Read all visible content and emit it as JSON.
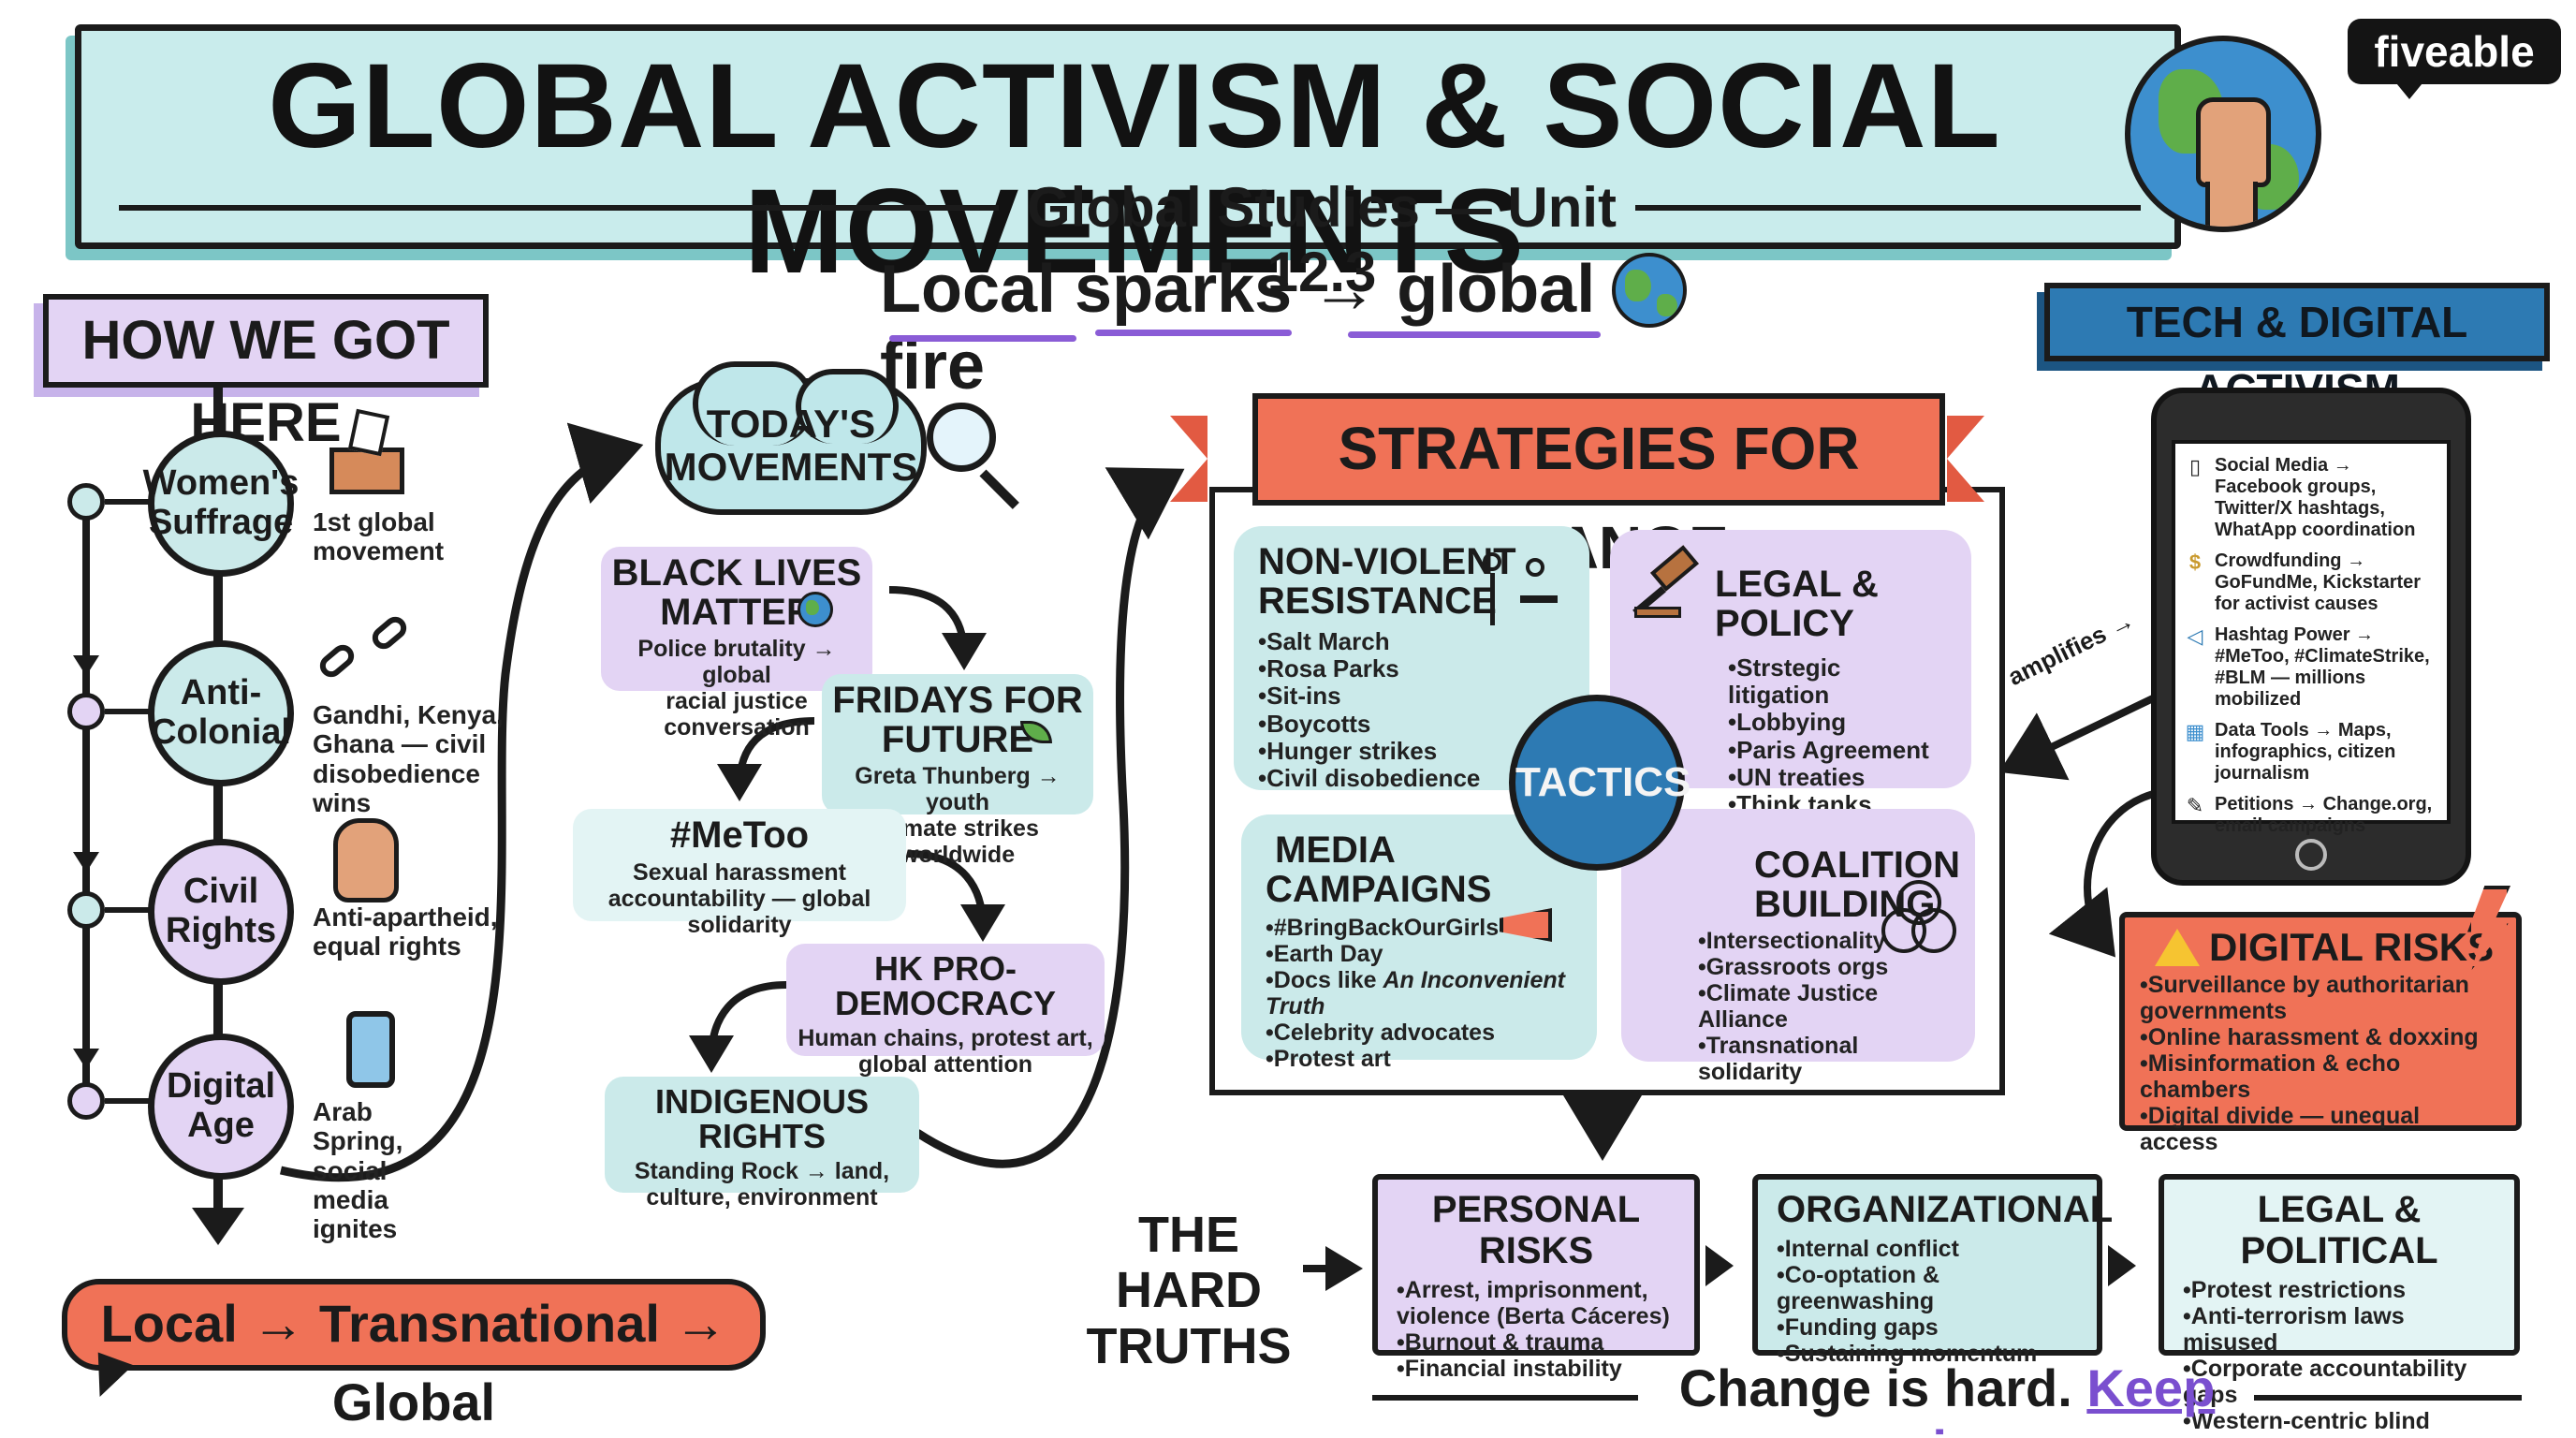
{
  "brand": "fiveable",
  "title": "GLOBAL ACTIVISM & SOCIAL MOVEMENTS",
  "subtitle": "Global Studies — Unit 12.3",
  "tagline": "Local sparks → global fire",
  "history": {
    "header": "HOW WE GOT HERE",
    "items": [
      {
        "label_l1": "Women's",
        "label_l2": "Suffrage",
        "note": [
          "1st global",
          "movement"
        ]
      },
      {
        "label_l1": "Anti-",
        "label_l2": "Colonial",
        "note": [
          "Gandhi, Kenya,",
          "Ghana — civil",
          "disobedience wins"
        ]
      },
      {
        "label_l1": "Civil",
        "label_l2": "Rights",
        "note": [
          "Anti-apartheid,",
          "equal rights"
        ]
      },
      {
        "label_l1": "Digital",
        "label_l2": "Age",
        "note": [
          "Arab Spring,",
          "social media",
          "ignites"
        ]
      }
    ],
    "footer": "Local → Transnational → Global"
  },
  "movements": {
    "header_l1": "TODAY'S",
    "header_l2": "MOVEMENTS",
    "items": [
      {
        "title_l1": "BLACK LIVES",
        "title_l2": "MATTER",
        "desc": [
          "Police brutality → global",
          "racial justice conversation"
        ]
      },
      {
        "title_l1": "FRIDAYS FOR",
        "title_l2": "FUTURE",
        "desc": [
          "Greta Thunberg → youth",
          "climate strikes worldwide"
        ]
      },
      {
        "title_l1": "#MeToo",
        "desc": [
          "Sexual harassment",
          "accountability — global solidarity"
        ]
      },
      {
        "title_l1": "HK PRO-DEMOCRACY",
        "desc": [
          "Human chains, protest art,",
          "global attention"
        ]
      },
      {
        "title_l1": "INDIGENOUS RIGHTS",
        "desc": [
          "Standing Rock → land,",
          "culture, environment"
        ]
      }
    ]
  },
  "strategies": {
    "header": "STRATEGIES FOR CHANGE",
    "hub": "TACTICS",
    "nonviolent": {
      "title_l1": "NON-VIOLENT",
      "title_l2": "RESISTANCE",
      "items": [
        "Salt March",
        "Rosa Parks",
        "Sit-ins",
        "Boycotts",
        "Hunger strikes",
        "Civil disobedience"
      ]
    },
    "legal": {
      "title": "LEGAL & POLICY",
      "items": [
        "Strstegic litigation",
        "Lobbying",
        "Paris Agreement",
        "UN treaties",
        "Think tanks"
      ]
    },
    "media": {
      "title_l1": "MEDIA",
      "title_l2": "CAMPAIGNS",
      "items": [
        "#BringBackOurGirls",
        "Earth Day",
        "Celebrity advocates",
        "Protest art"
      ],
      "docs_prefix": "Docs like ",
      "docs_title": "An Inconvenient Truth"
    },
    "coalition": {
      "title_l1": "COALITION",
      "title_l2": "BUILDING",
      "items": [
        "Intersectionality",
        "Grassroots orgs",
        "Climate Justice Alliance",
        "Transnational solidarity"
      ]
    }
  },
  "tech": {
    "header": "TECH & DIGITAL ACTIVISM",
    "amplifies": "amplifies →",
    "items": [
      {
        "icon": "phone-icon",
        "glyph": "▯",
        "text": "Social Media → Facebook groups, Twitter/X hashtags, WhatApp coordination"
      },
      {
        "icon": "money-bag-icon",
        "glyph": "$",
        "text": "Crowdfunding → GoFundMe, Kickstarter for activist causes"
      },
      {
        "icon": "megaphone-icon",
        "glyph": "◁",
        "text": "Hashtag Power → #MeToo, #ClimateStrike, #BLM — millions mobilized"
      },
      {
        "icon": "map-icon",
        "glyph": "▦",
        "text": "Data Tools → Maps, infographics, citizen journalism"
      },
      {
        "icon": "petition-icon",
        "glyph": "✎",
        "text": "Petitions → Change.org, email campaigns"
      }
    ]
  },
  "digital_risks": {
    "title": "DIGITAL RISKS",
    "items": [
      "Surveillance by authoritarian governments",
      "Online harassment & doxxing",
      "Misinformation & echo chambers",
      "Digital divide — unequal access"
    ]
  },
  "hard_truths": {
    "label_l1": "THE HARD",
    "label_l2": "TRUTHS",
    "personal": {
      "title": "PERSONAL RISKS",
      "items": [
        "Arrest, imprisonment, violence (Berta Cáceres)",
        "Burnout & trauma",
        "Financial instability"
      ]
    },
    "organizational": {
      "title": "ORGANIZATIONAL",
      "items": [
        "Internal conflict",
        "Co-optation & greenwashing",
        "Funding gaps",
        "Sustaining momentum"
      ]
    },
    "legal_political": {
      "title": "LEGAL & POLITICAL",
      "items": [
        "Protest restrictions",
        "Anti-terrorism laws misused",
        "Corporate accountability gaps",
        "Western-centric blind spots"
      ]
    }
  },
  "closing": {
    "lead": "Change is hard. ",
    "highlight": "Keep going."
  },
  "colors": {
    "teal": "#c9ecec",
    "lavender": "#e3d4f4",
    "coral": "#f07257",
    "blue": "#2d7ab3",
    "purple_accent": "#8a5cd6"
  }
}
